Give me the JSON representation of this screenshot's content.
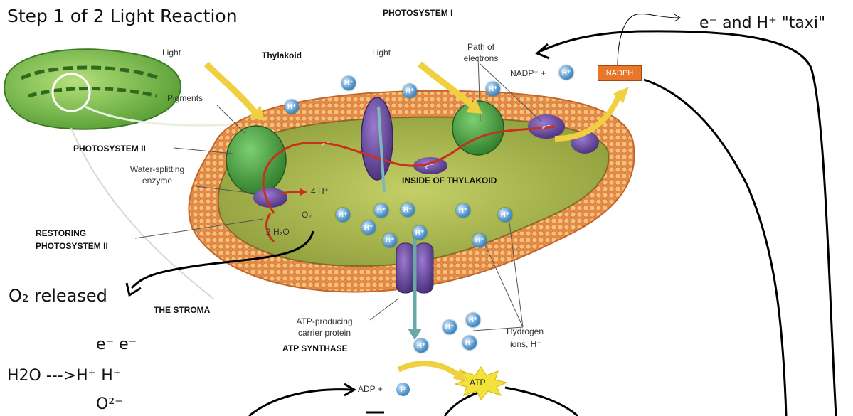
{
  "title": "Step 1 of 2 Light Reaction",
  "taxi_note": "e⁻ and H⁺ \"taxi\"",
  "o2_released": "O₂ released",
  "equation": {
    "line1": "e⁻ e⁻",
    "line2": "H2O --->H⁺ H⁺",
    "line3": "O²⁻"
  },
  "labels": {
    "light_left": "Light",
    "thylakoid": "Thylakoid",
    "light_right": "Light",
    "photosystem_i": "PHOTOSYSTEM I",
    "path_of_electrons_1": "Path of",
    "path_of_electrons_2": "electrons",
    "nadp_plus": "NADP⁺ +",
    "nadph": "NADPH",
    "pigments": "Pigments",
    "photosystem_ii": "PHOTOSYSTEM II",
    "water_splitting_1": "Water-splitting",
    "water_splitting_2": "enzyme",
    "four_h": "4 H⁺",
    "inside_thylakoid": "INSIDE OF THYLAKOID",
    "restoring_1": "RESTORING",
    "restoring_2": "PHOTOSYSTEM II",
    "two_h2o": "2 H₂O",
    "o2": "O₂",
    "the_stroma": "THE STROMA",
    "atp_producing_1": "ATP-producing",
    "atp_producing_2": "carrier protein",
    "atp_synthase": "ATP SYNTHASE",
    "hydrogen_ions_1": "Hydrogen",
    "hydrogen_ions_2": "ions, H⁺",
    "adp_plus": "ADP +",
    "p": "P",
    "atp": "ATP",
    "electron": "e⁻",
    "h_ion": "H⁺"
  },
  "colors": {
    "membrane": "#e0894a",
    "membrane_bead": "#f2b26a",
    "lumen": "#aab852",
    "photosystem": "#3f9a3a",
    "protein": "#6c4aa0",
    "electron_path": "#c8321a",
    "arrow_yellow": "#f0d040",
    "hand_line": "#000000",
    "nadph_box": "#e8772a"
  }
}
